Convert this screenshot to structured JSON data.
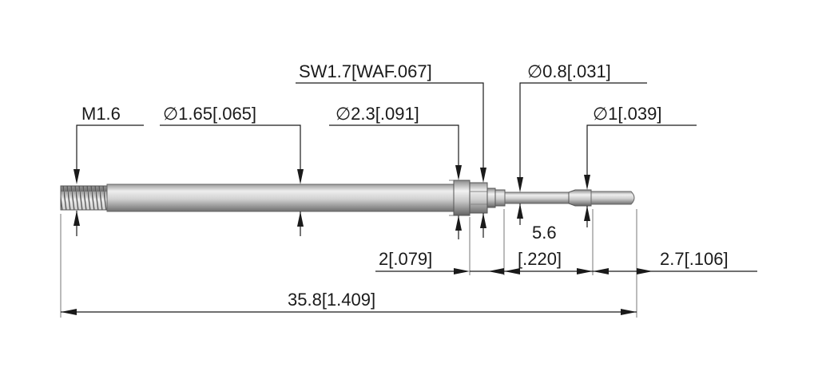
{
  "labels": {
    "m16": "M1.6",
    "d165": "∅1.65[.065]",
    "d23": "∅2.3[.091]",
    "sw17": "SW1.7[WAF.067]",
    "d08": "∅0.8[.031]",
    "d1": "∅1[.039]",
    "len2": "2[.079]",
    "len56_top": "5.6",
    "len56_bot": "[.220]",
    "len27": "2.7[.106]",
    "len358": "35.8[1.409]"
  },
  "colors": {
    "ink": "#1a1a1a",
    "metal_light": "#e4e4e4",
    "metal_mid": "#bdbdbd",
    "metal_dark": "#7a7a7a"
  }
}
